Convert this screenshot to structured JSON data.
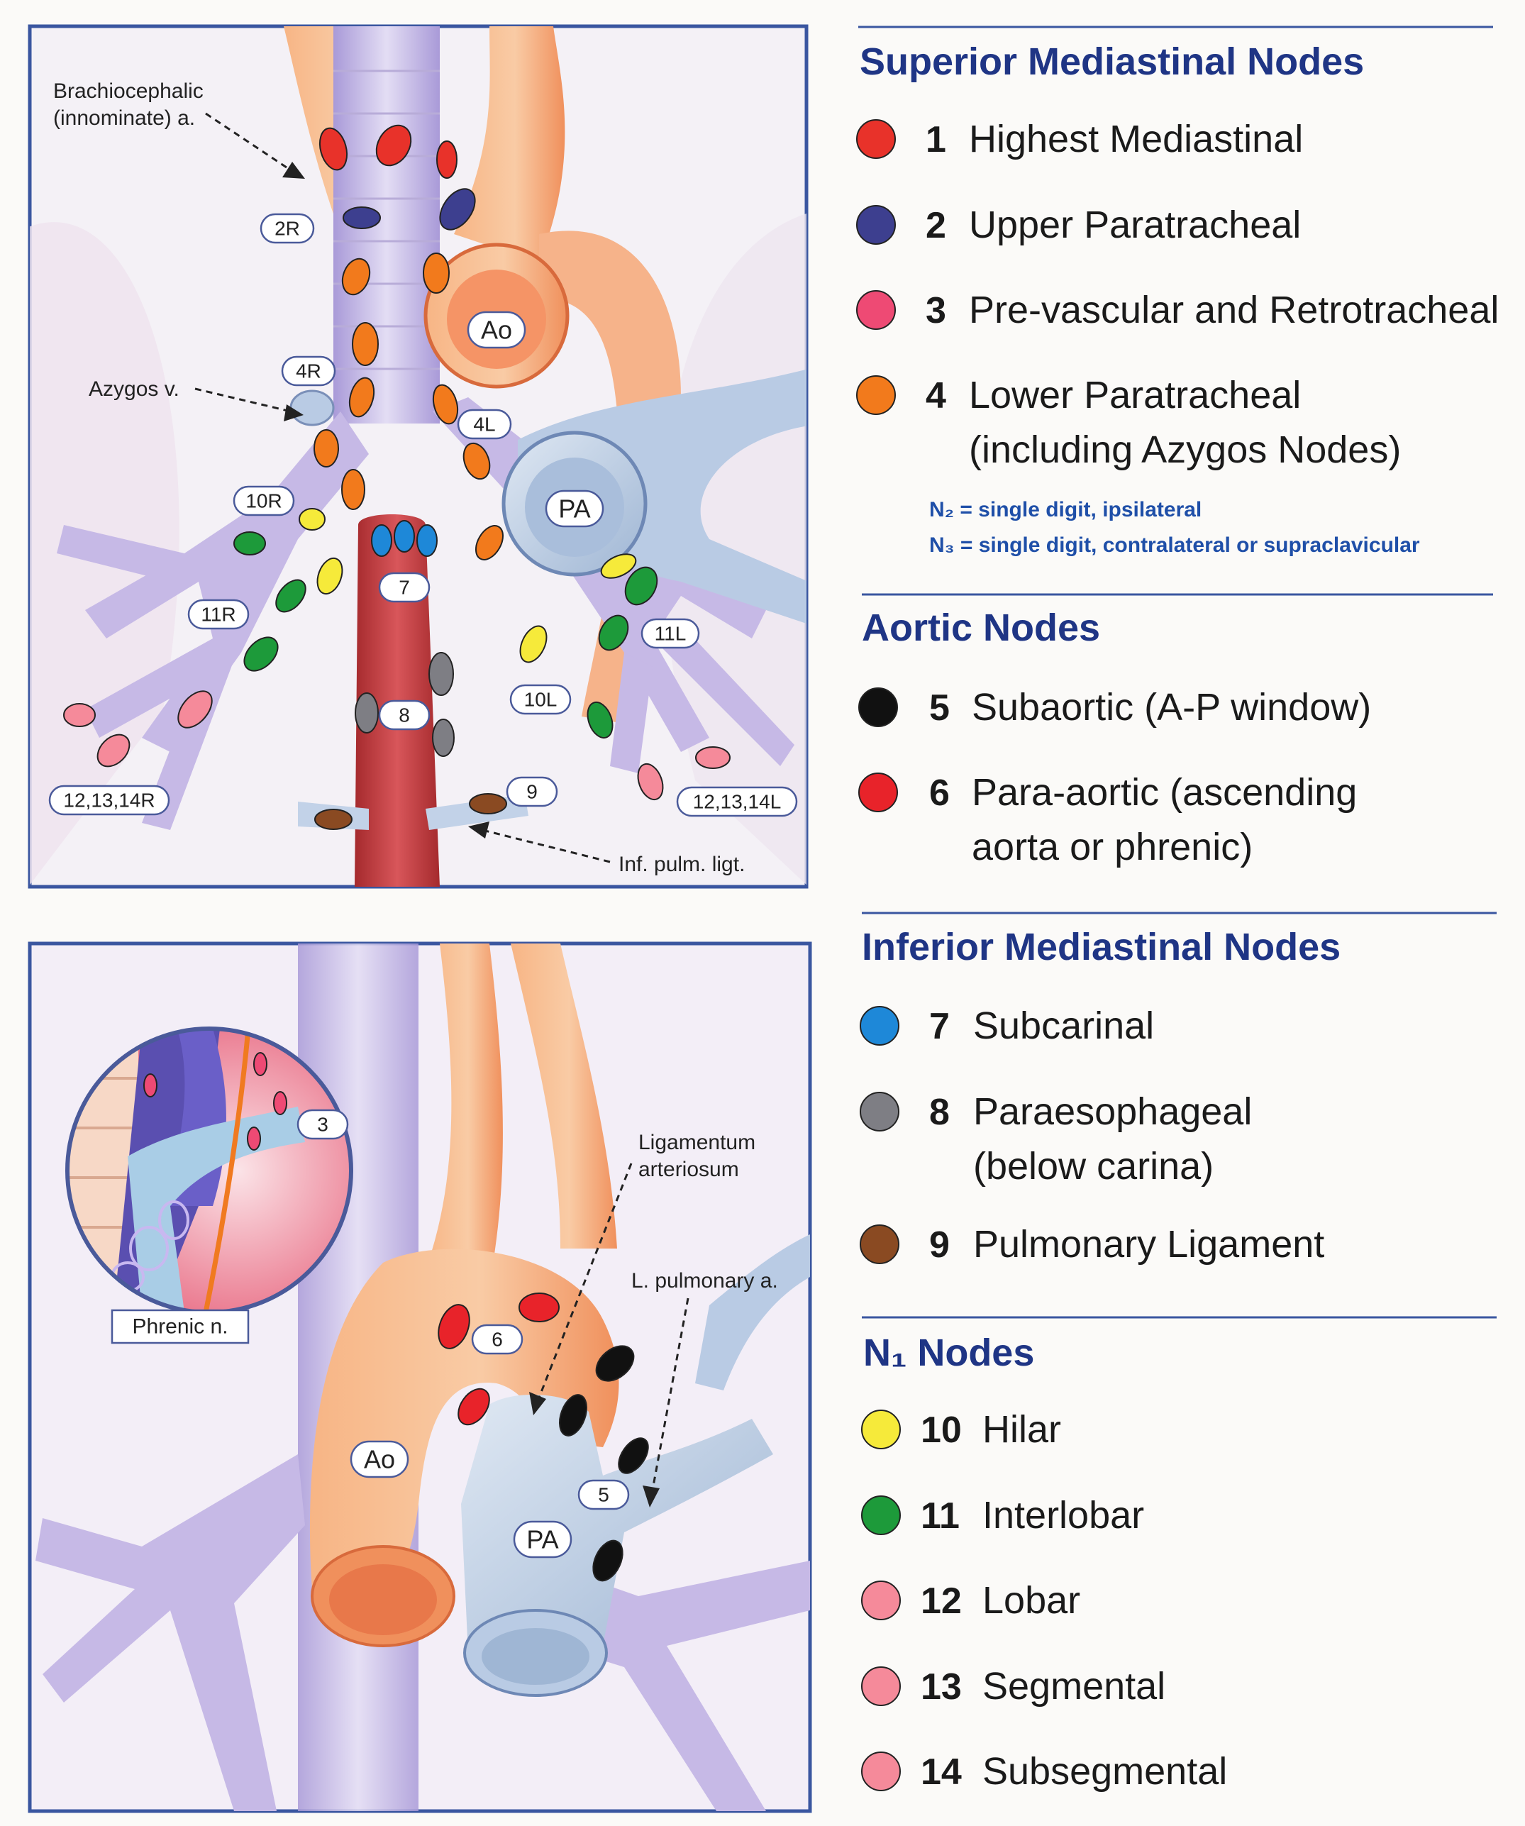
{
  "top_panel": {
    "labels": {
      "brachiocephalic_line1": "Brachiocephalic",
      "brachiocephalic_line2": "(innominate) a.",
      "azygos": "Azygos v.",
      "inf_pulm_ligt": "Inf. pulm. ligt.",
      "ao": "Ao",
      "pa": "PA"
    },
    "station_tags": {
      "2R": "2R",
      "4R": "4R",
      "4L": "4L",
      "10R": "10R",
      "11R": "11R",
      "7": "7",
      "8": "8",
      "9": "9",
      "10L": "10L",
      "11L": "11L",
      "12R": "12,13,14R",
      "12L": "12,13,14L"
    }
  },
  "bottom_panel": {
    "labels": {
      "ligamentum_line1": "Ligamentum",
      "ligamentum_line2": "arteriosum",
      "l_pulmonary": "L. pulmonary a.",
      "phrenic": "Phrenic n.",
      "ao": "Ao",
      "pa": "PA"
    },
    "station_tags": {
      "3": "3",
      "5": "5",
      "6": "6"
    }
  },
  "legend": {
    "superior": {
      "title": "Superior Mediastinal Nodes",
      "items": [
        {
          "num": "1",
          "label": "Highest Mediastinal",
          "color": "#e8322a"
        },
        {
          "num": "2",
          "label": "Upper Paratracheal",
          "color": "#3d3f8f"
        },
        {
          "num": "3",
          "label": "Pre-vascular and Retrotracheal",
          "color": "#ee4a74"
        },
        {
          "num": "4",
          "label": "Lower Paratracheal",
          "label2": "(including Azygos Nodes)",
          "color": "#f27a1c"
        }
      ],
      "note_n2": "N₂ = single digit, ipsilateral",
      "note_n3": "N₃ = single digit, contralateral or supraclavicular"
    },
    "aortic": {
      "title": "Aortic Nodes",
      "items": [
        {
          "num": "5",
          "label": "Subaortic (A-P window)",
          "color": "#111111"
        },
        {
          "num": "6",
          "label": "Para-aortic (ascending",
          "label2": "aorta or phrenic)",
          "color": "#e8232a"
        }
      ]
    },
    "inferior": {
      "title": "Inferior Mediastinal Nodes",
      "items": [
        {
          "num": "7",
          "label": "Subcarinal",
          "color": "#1e88d8"
        },
        {
          "num": "8",
          "label": "Paraesophageal",
          "label2": "(below carina)",
          "color": "#7e7e84"
        },
        {
          "num": "9",
          "label": "Pulmonary Ligament",
          "color": "#8a4a22"
        }
      ]
    },
    "n1": {
      "title": "N₁ Nodes",
      "items": [
        {
          "num": "10",
          "label": "Hilar",
          "color": "#f6ea3a"
        },
        {
          "num": "11",
          "label": "Interlobar",
          "color": "#1d9a3a"
        },
        {
          "num": "12",
          "label": "Lobar",
          "color": "#f58a9a"
        },
        {
          "num": "13",
          "label": "Segmental",
          "color": "#f58a9a"
        },
        {
          "num": "14",
          "label": "Subsegmental",
          "color": "#f58a9a"
        }
      ]
    }
  },
  "colors": {
    "frame": "#3a56a0",
    "trachea": "#c9c0e6",
    "aorta": "#f5a070",
    "pulmonary": "#b8cbe2",
    "esophagus": "#c0393b"
  }
}
